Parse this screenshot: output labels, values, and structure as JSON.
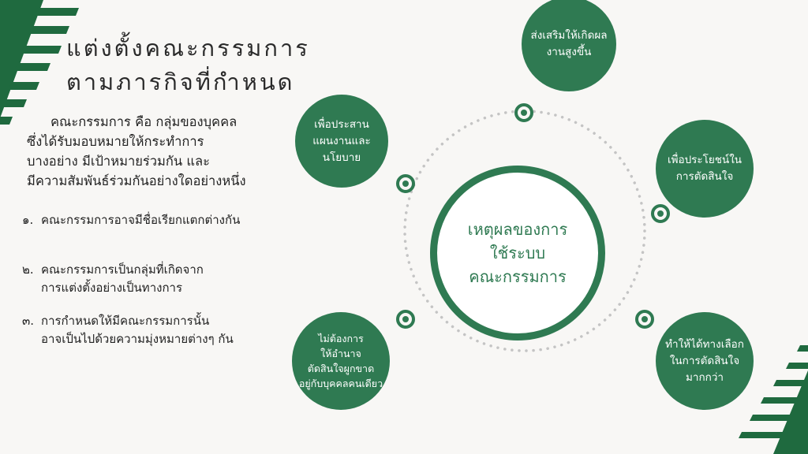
{
  "title": {
    "line1": "แต่งตั้งคณะกรรมการ",
    "line2": "ตามภารกิจที่กำหนด"
  },
  "intro": [
    "คณะกรรมการ คือ กลุ่มของบุคคล",
    "ซึ่งได้รับมอบหมายให้กระทำการ",
    "บางอย่าง มีเป้าหมายร่วมกัน และ",
    "มีความสัมพันธ์ร่วมกันอย่างใดอย่างหนึ่ง"
  ],
  "items": [
    {
      "num": "๑.",
      "lines": [
        "คณะกรรมการอาจมีชื่อเรียกแตกต่างกัน"
      ]
    },
    {
      "num": "๒.",
      "lines": [
        "คณะกรรมการเป็นกลุ่มที่เกิดจาก",
        "การแต่งตั้งอย่างเป็นทางการ"
      ]
    },
    {
      "num": "๓.",
      "lines": [
        "การกำหนดให้มีคณะกรรมการนั้น",
        "อาจเป็นไปด้วยความมุ่งหมายต่างๆ กัน"
      ]
    }
  ],
  "center": [
    "เหตุผลของการ",
    "ใช้ระบบ",
    "คณะกรรมการ"
  ],
  "reasons": {
    "top": [
      "ส่งเสริมให้เกิดผล",
      "งานสูงขึ้น"
    ],
    "left": [
      "เพื่อประสาน",
      "แผนงานและ",
      "นโยบาย"
    ],
    "right": [
      "เพื่อประโยชน์ใน",
      "การตัดสินใจ"
    ],
    "bottom_left": [
      "ไม่ต้องการ",
      "ให้อำนาจ",
      "ตัดสินใจผูกขาด",
      "อยู่กับบุคคลคนเดียว"
    ],
    "bottom_right": [
      "ทำให้ได้ทางเลือก",
      "ในการตัดสินใจ",
      "มากกว่า"
    ]
  },
  "colors": {
    "accent": "#2f7a52",
    "background": "#f8f7f5"
  }
}
